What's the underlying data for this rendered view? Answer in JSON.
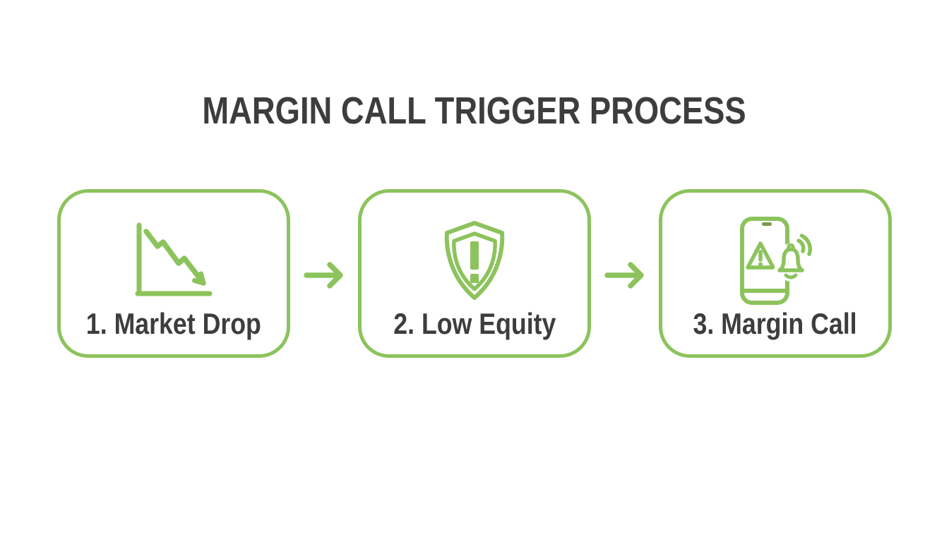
{
  "title": "MARGIN CALL TRIGGER PROCESS",
  "colors": {
    "accent_green": "#8CC35C",
    "accent_green_dark": "#79984C",
    "text_dark": "#3D3D3D",
    "background": "#FFFFFF"
  },
  "steps": [
    {
      "label": "1. Market Drop",
      "icon": "market-drop-chart-icon"
    },
    {
      "label": "2. Low Equity",
      "icon": "shield-alert-icon"
    },
    {
      "label": "3. Margin Call",
      "icon": "phone-alert-bell-icon"
    }
  ],
  "connector": "right-arrow"
}
